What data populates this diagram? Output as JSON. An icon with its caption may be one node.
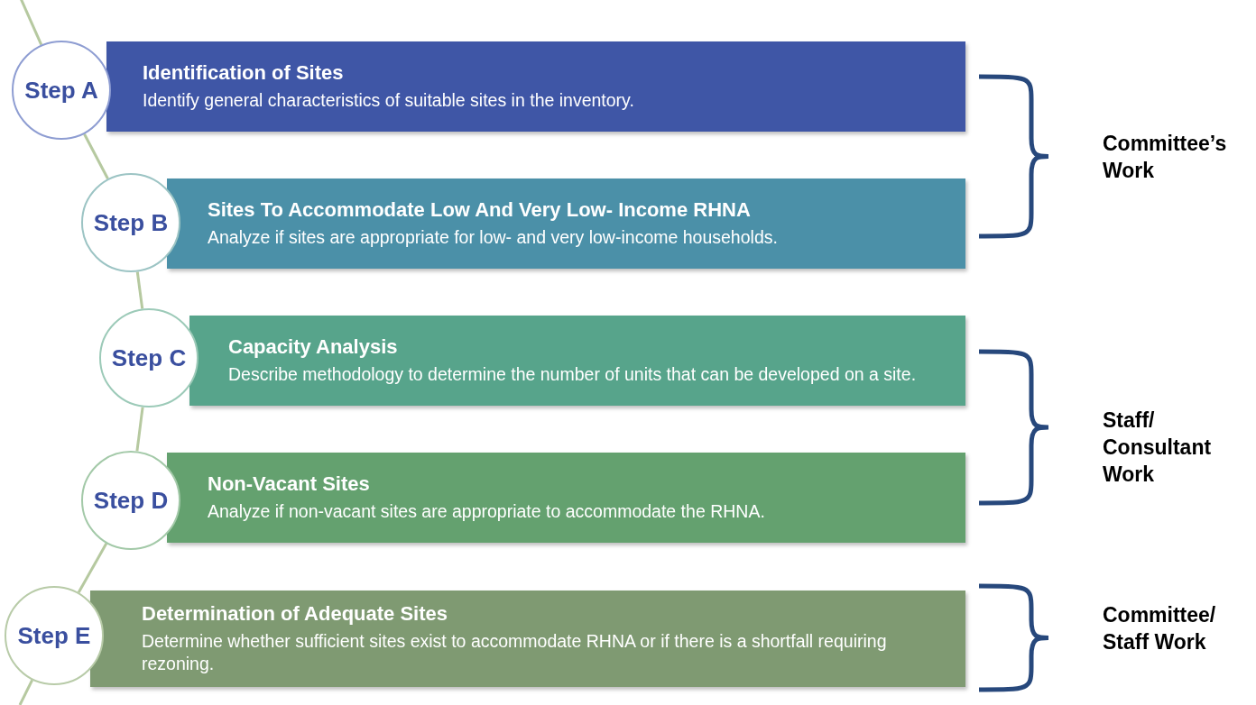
{
  "diagram": {
    "nodes": [
      {
        "text": [
          "Step A"
        ]
      },
      {
        "text": [
          "Identification of Sites",
          "Identify general characteristics of suitable sites in the inventory."
        ]
      },
      {
        "text": [
          "Step B"
        ]
      },
      {
        "text": [
          "Sites To Accommodate Low And Very Low- Income RHNA",
          "Analyze if sites are appropriate for low- and very low-income households."
        ]
      },
      {
        "text": [
          "Step C"
        ]
      },
      {
        "text": [
          "Capacity Analysis",
          "Describe methodology to determine the number of units that can be developed on a site."
        ]
      },
      {
        "text": [
          "Step D"
        ]
      },
      {
        "text": [
          "Non-Vacant Sites",
          "Analyze if non-vacant sites are appropriate to accommodate the RHNA."
        ]
      },
      {
        "text": [
          "Step E"
        ]
      },
      {
        "text": [
          "Determination of Adequate Sites",
          "Determine whether sufficient sites exist to accommodate RHNA or if there is a shortfall requiring rezoning."
        ]
      }
    ],
    "edges": [
      {
        "from": null,
        "to": 0,
        "arrow": "none"
      },
      {
        "from": 0,
        "to": 2,
        "arrow": "none"
      },
      {
        "from": 2,
        "to": 4,
        "arrow": "none"
      },
      {
        "from": 4,
        "to": 6,
        "arrow": "none"
      },
      {
        "from": 6,
        "to": 8,
        "arrow": "none"
      },
      {
        "from": 8,
        "to": null,
        "arrow": "none"
      }
    ],
    "labels": [
      "Committee’s Work",
      "Staff/ Consultant Work",
      "Committee/ Staff Work"
    ]
  }
}
